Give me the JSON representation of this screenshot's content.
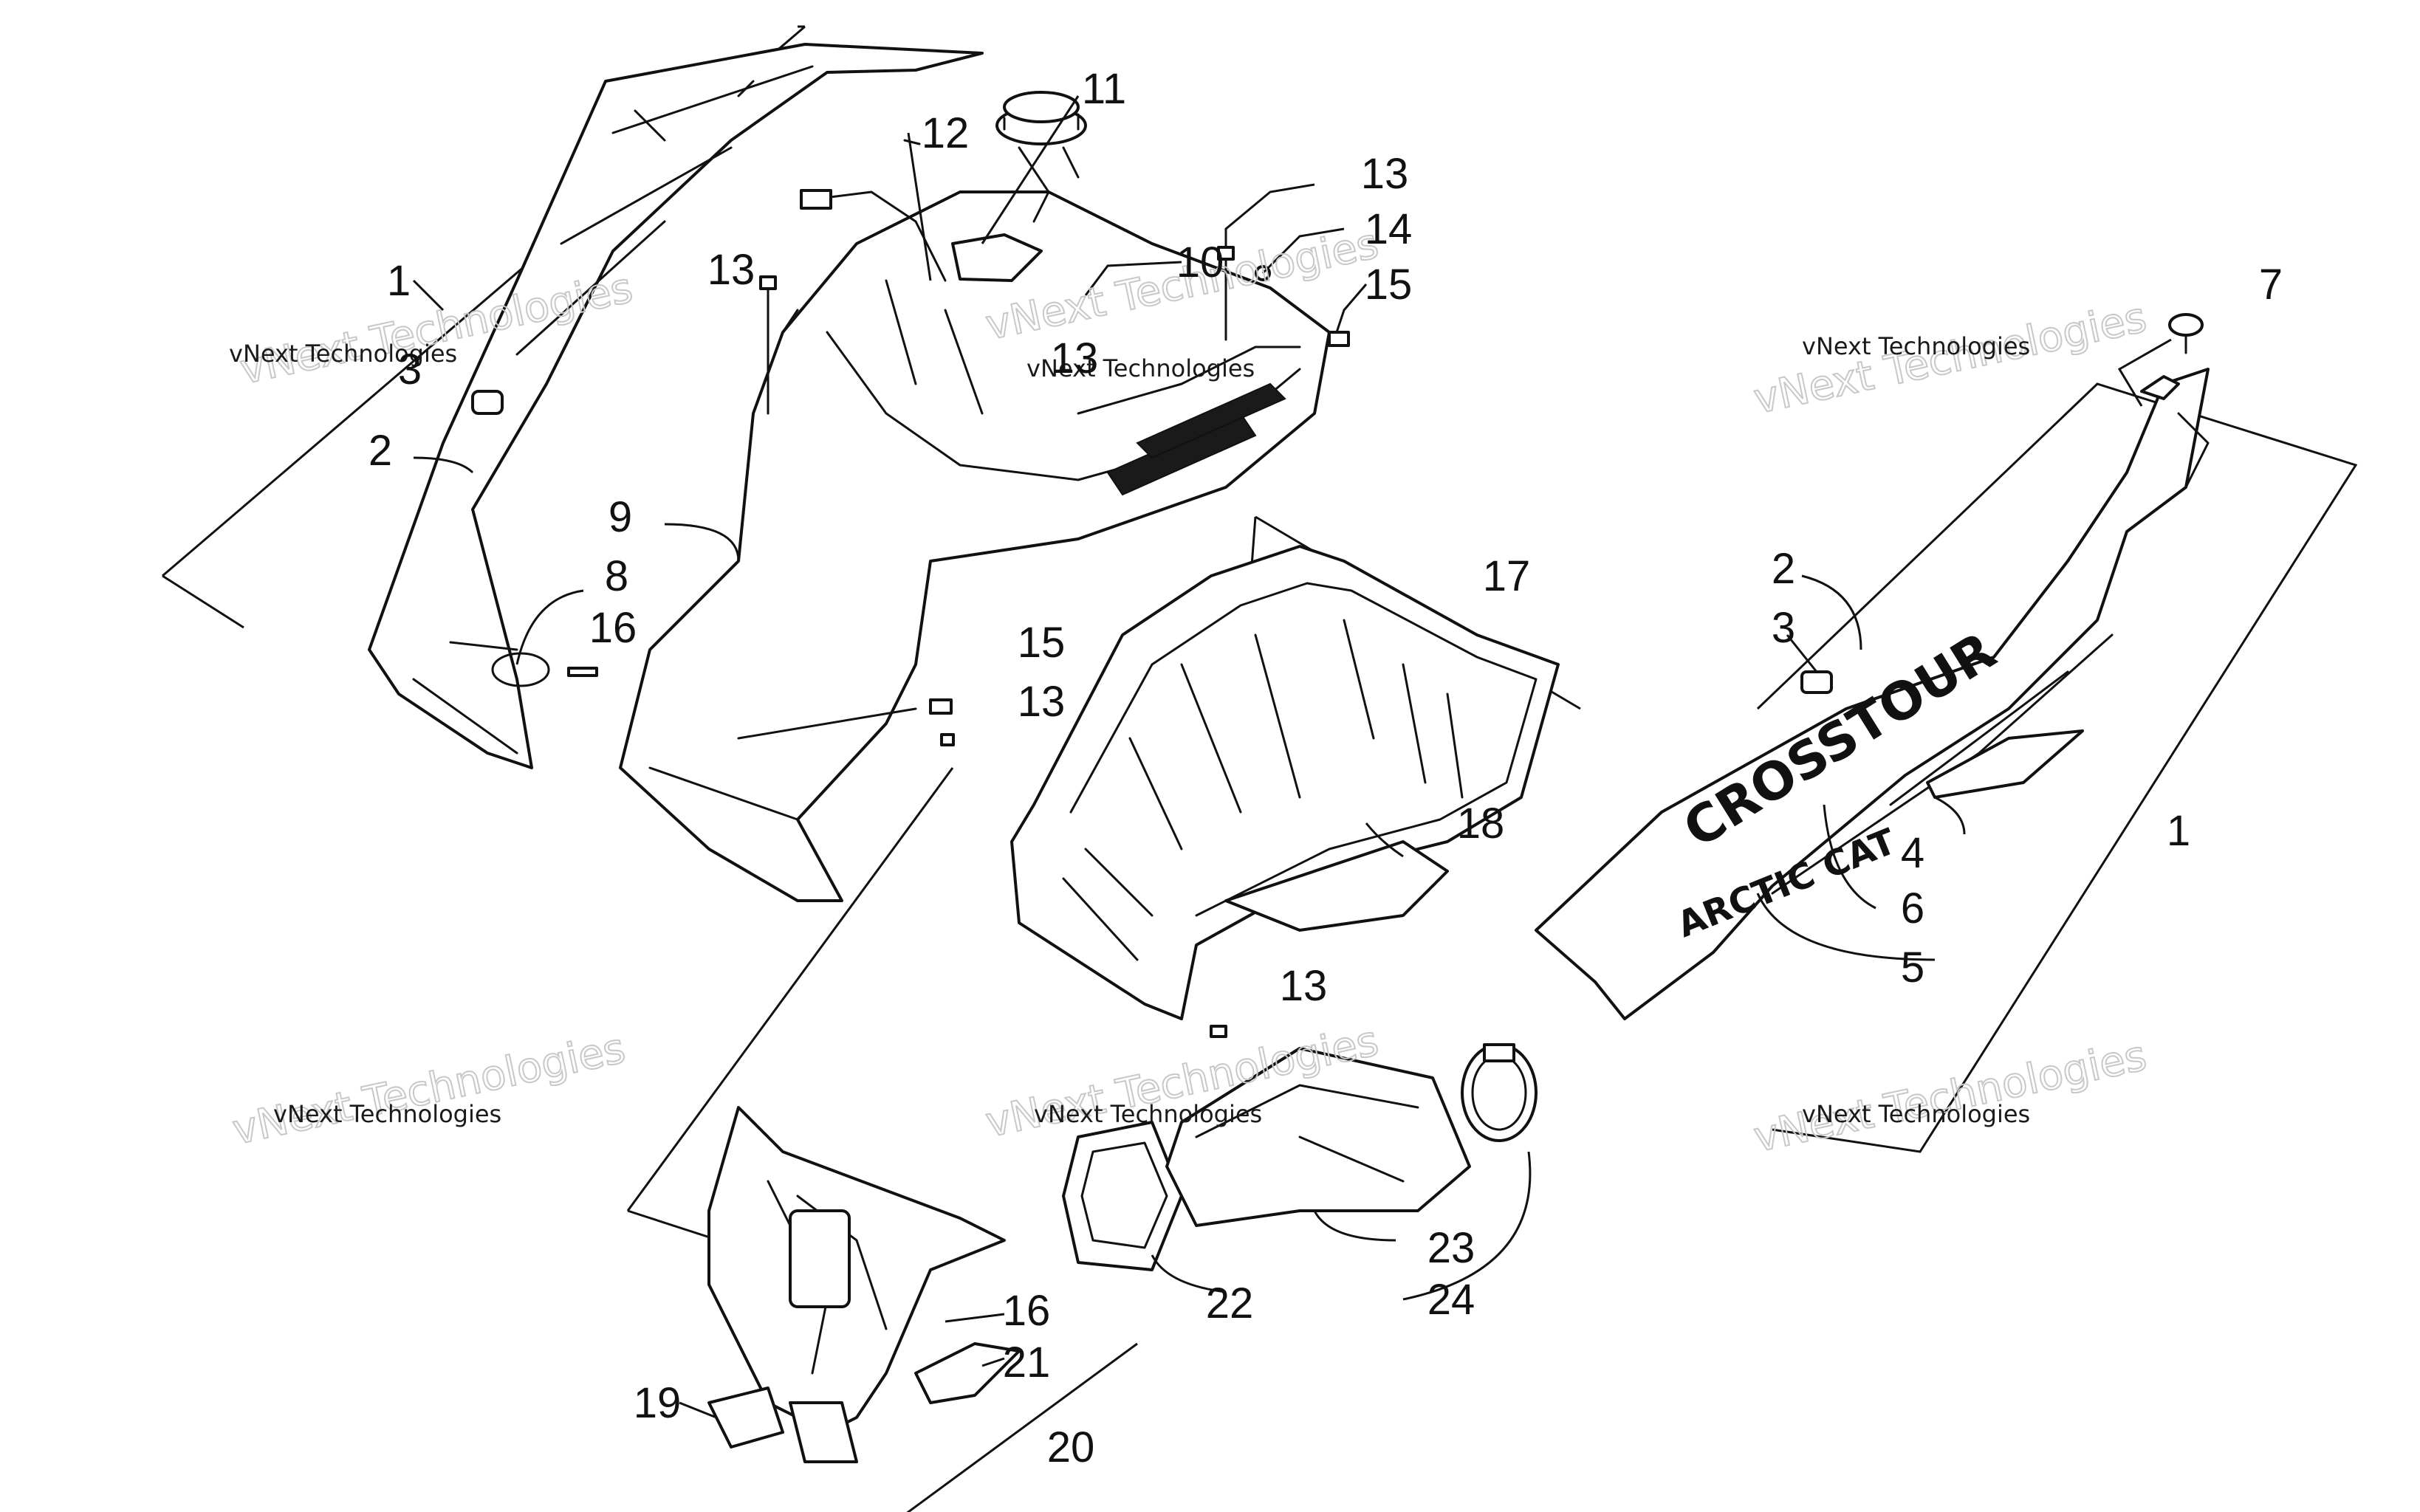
{
  "watermark": {
    "small": "vNext Technologies",
    "large": "vNext Technologies"
  },
  "decals": {
    "model": "CROSSTOUR",
    "brand": "ARCTIC CAT"
  },
  "callouts": {
    "left_1": "1",
    "left_2": "2",
    "left_3": "3",
    "left_8": "8",
    "left_9": "9",
    "left_16": "16",
    "top_11": "11",
    "top_12": "12",
    "top_13_left": "13",
    "top_10": "10",
    "mid_13": "13",
    "top_13_right": "13",
    "top_14": "14",
    "top_15": "15",
    "mid_15": "15",
    "mid_13_lower": "13",
    "tray_17": "17",
    "tray_18": "18",
    "tray_13": "13",
    "right_7": "7",
    "right_2": "2",
    "right_3": "3",
    "right_4": "4",
    "right_6": "6",
    "right_5": "5",
    "right_1": "1",
    "bottom_22": "22",
    "bottom_23": "23",
    "bottom_24": "24",
    "bottom_16": "16",
    "bottom_21": "21",
    "bottom_19": "19",
    "bottom_20": "20"
  }
}
